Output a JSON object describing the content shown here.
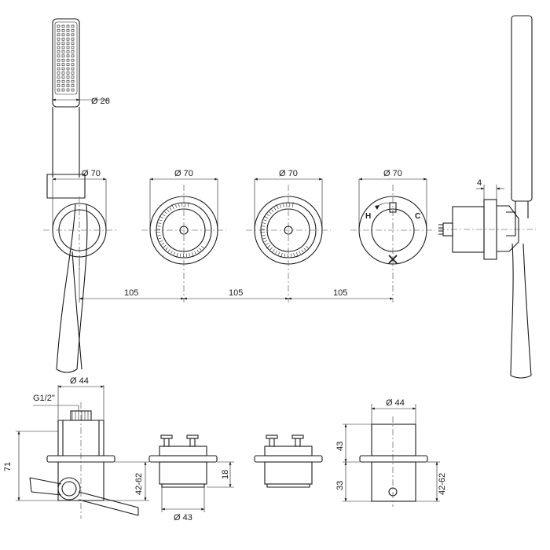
{
  "drawing": {
    "units": "mm",
    "plan_view": {
      "hand_shower_diameter": "Ø 26",
      "knob_diameters": [
        "Ø 70",
        "Ø 70",
        "Ø 70",
        "Ø 70"
      ],
      "spacing": [
        "105",
        "105",
        "105"
      ],
      "wall_gap": "4",
      "thermostat_labels": {
        "hot": "H",
        "cold": "C"
      }
    },
    "section_view": {
      "holder_diameter": "Ø 44",
      "thread": "G1/2\"",
      "holder_total_height": "71",
      "holder_depth": "42-62",
      "valve_height": "18",
      "valve_diameter": "Ø 43",
      "knob_diameter": "Ø 44",
      "knob_upper_height": "43",
      "knob_lower_height": "33",
      "knob_depth": "42-62"
    }
  }
}
